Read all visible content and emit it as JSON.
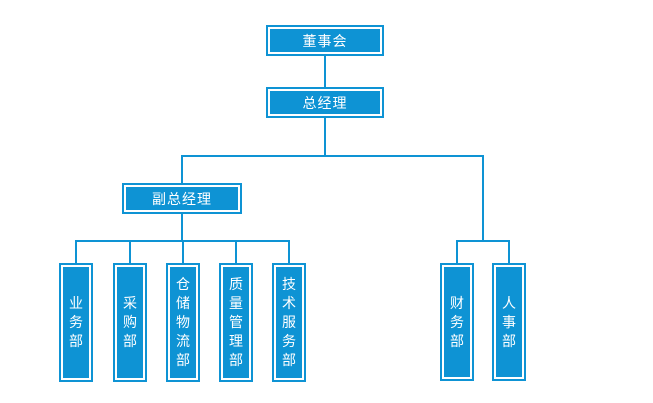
{
  "colors": {
    "accent": "#0e93d4",
    "node_text": "#ffffff",
    "background": "#ffffff"
  },
  "org_chart": {
    "type": "organizational-chart",
    "root": {
      "label": "董事会"
    },
    "general_manager": {
      "label": "总经理"
    },
    "deputy_general_manager": {
      "label": "副总经理"
    },
    "left_departments": [
      {
        "label": "业务部"
      },
      {
        "label": "采购部"
      },
      {
        "label": "仓储物流部"
      },
      {
        "label": "质量管理部"
      },
      {
        "label": "技术服务部"
      }
    ],
    "right_departments": [
      {
        "label": "财务部"
      },
      {
        "label": "人事部"
      }
    ]
  }
}
